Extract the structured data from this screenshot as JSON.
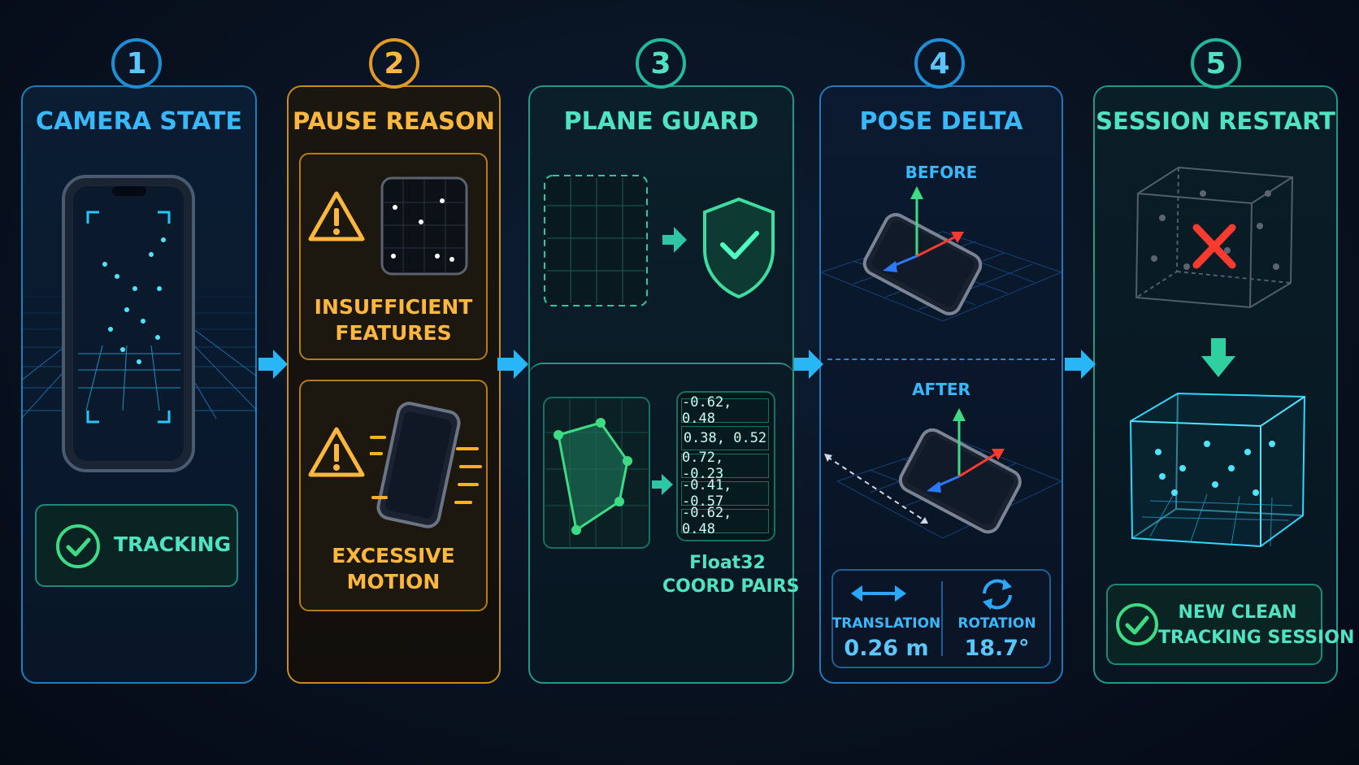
{
  "steps": [
    {
      "number": "1",
      "title": "CAMERA STATE",
      "status": "TRACKING"
    },
    {
      "number": "2",
      "title": "PAUSE REASON",
      "reason_1": "INSUFFICIENT FEATURES",
      "reason_1_line1": "INSUFFICIENT",
      "reason_1_line2": "FEATURES",
      "reason_2_line1": "EXCESSIVE",
      "reason_2_line2": "MOTION"
    },
    {
      "number": "3",
      "title": "PLANE GUARD",
      "coord_pairs": [
        "-0.62,  0.48",
        "0.38,  0.52",
        "0.72,  -0.23",
        "-0.41,  -0.57",
        "-0.62,  0.48"
      ],
      "caption_line1": "Float32",
      "caption_line2": "COORD PAIRS"
    },
    {
      "number": "4",
      "title": "POSE DELTA",
      "before_label": "BEFORE",
      "after_label": "AFTER",
      "translation_label": "TRANSLATION",
      "translation_value": "0.26 m",
      "rotation_label": "ROTATION",
      "rotation_value": "18.7°"
    },
    {
      "number": "5",
      "title": "SESSION RESTART",
      "result_line1": "NEW CLEAN",
      "result_line2": "TRACKING SESSION"
    }
  ],
  "colors": {
    "blue": "#38b8ff",
    "amber": "#ffb73d",
    "teal": "#4fe3c1",
    "red": "#ff3b30",
    "green": "#3ddc84"
  },
  "icons": [
    "phone-icon",
    "warning-icon",
    "shield-check-icon",
    "check-circle-icon",
    "translation-arrow-icon",
    "rotation-icon",
    "cross-icon",
    "down-arrow-icon"
  ]
}
